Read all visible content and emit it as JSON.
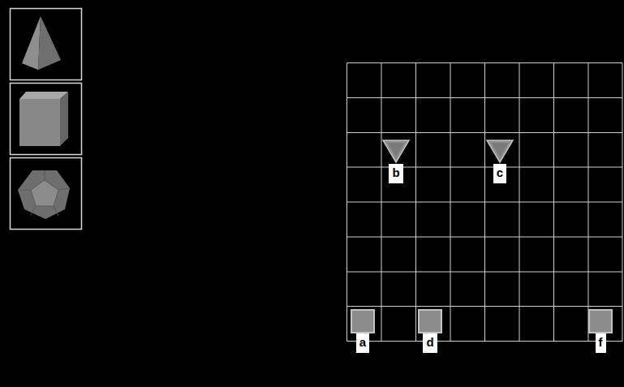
{
  "diagram": {
    "nodes": [
      {
        "text": [
          "b"
        ]
      },
      {
        "text": [
          "c"
        ]
      },
      {
        "text": [
          "a"
        ]
      },
      {
        "text": [
          "d"
        ]
      },
      {
        "text": [
          "f"
        ]
      }
    ]
  }
}
